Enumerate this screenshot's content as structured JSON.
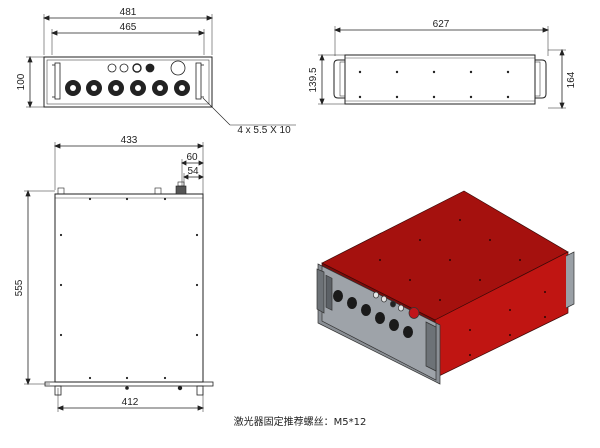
{
  "front_view": {
    "width_overall": "481",
    "width_inner": "465",
    "height": "100",
    "hole_note": "4 x 5.5 X 10"
  },
  "side_view": {
    "length": "627",
    "height_inner": "139.5",
    "height_overall": "164"
  },
  "top_view": {
    "width_top": "433",
    "offset_60": "60",
    "offset_54": "54",
    "depth": "555",
    "width_bottom": "412"
  },
  "caption": "激光器固定推荐螺丝：M5*12",
  "colors": {
    "housing_red": "#b3120f",
    "panel_gray": "#8a8f95",
    "line": "#222222"
  }
}
